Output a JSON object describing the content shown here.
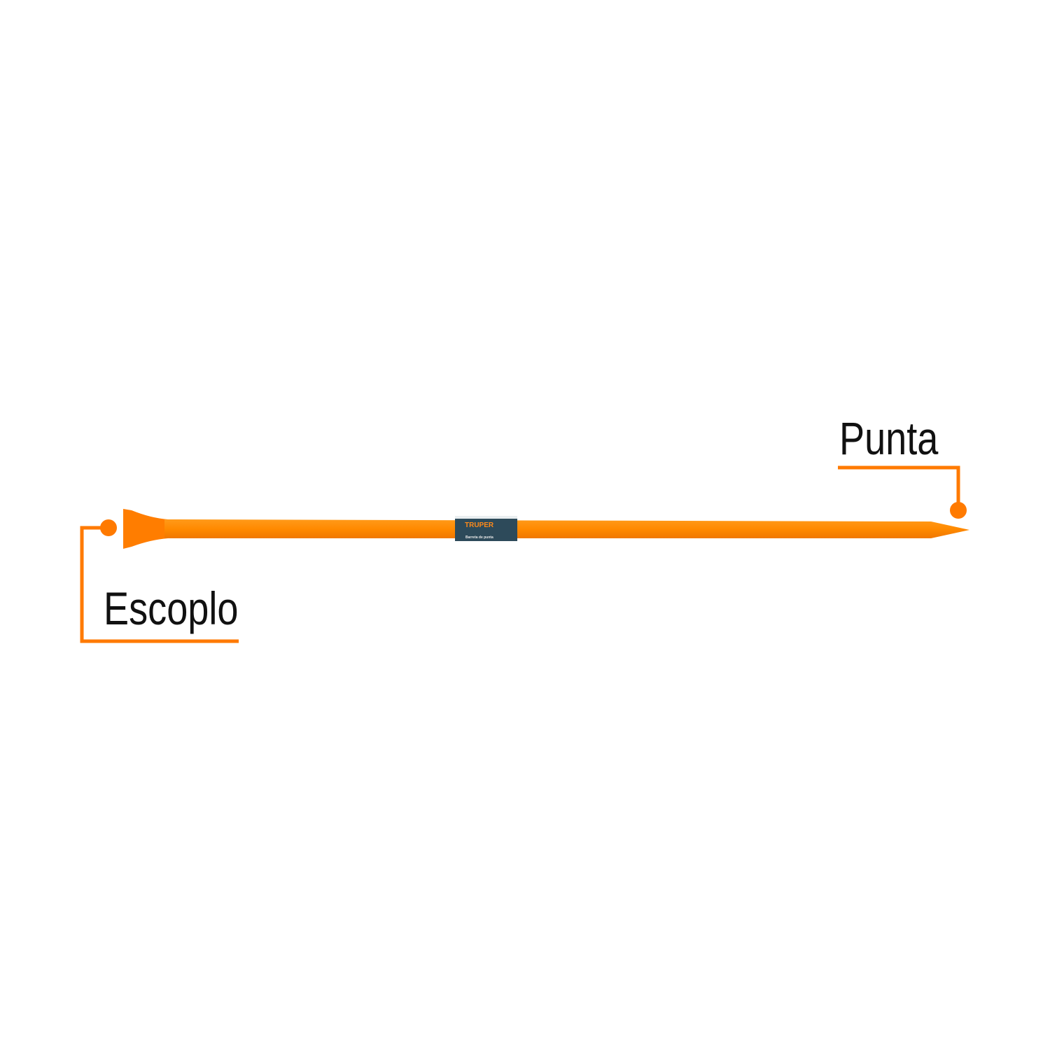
{
  "product": {
    "label_brand": "TRUPER",
    "label_subtitle": "Barreta de punta",
    "body_color": "#ff8200",
    "label_color": "#2d4a5a"
  },
  "callouts": {
    "chisel_end": "Escoplo",
    "point_end": "Punta",
    "line_color": "#ff7a00"
  }
}
